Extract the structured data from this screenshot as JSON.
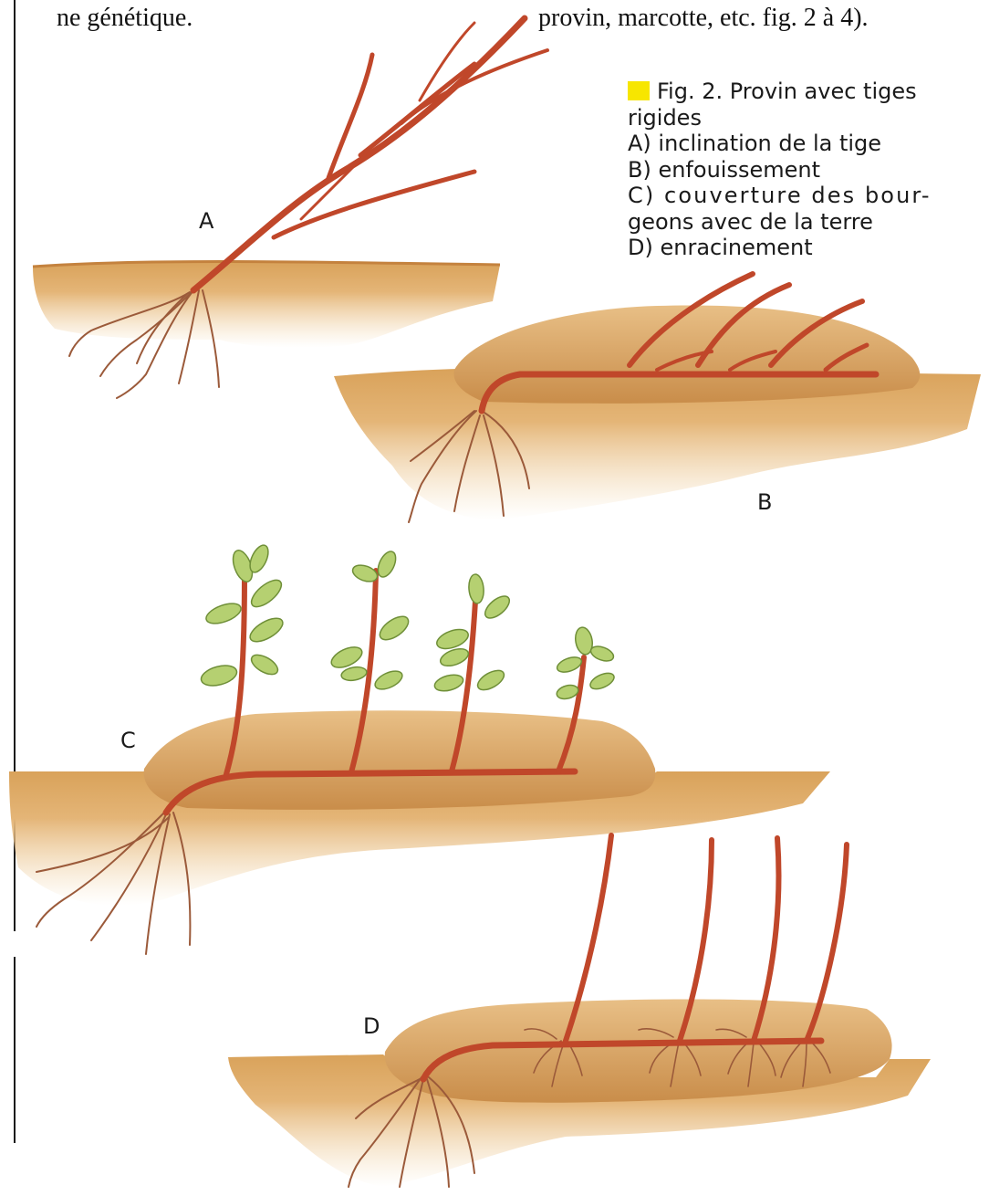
{
  "text_fragments": {
    "left_column_tail": "ne génétique.",
    "right_column_tail": "provin, marcotte, etc. fig. 2 à 4)."
  },
  "caption": {
    "title_line_1": "Fig. 2. Provin avec tiges",
    "title_line_2": "rigides",
    "step_a": "A) inclination de la tige",
    "step_b": "B) enfouissement",
    "step_c_line_1": "C) couverture des bour-",
    "step_c_line_2": "geons avec de la terre",
    "step_d": "D) enracinement",
    "marker_color": "#f7e600"
  },
  "panel_labels": {
    "a": "A",
    "b": "B",
    "c": "C",
    "d": "D"
  },
  "colors": {
    "soil_light": "#ecc48a",
    "soil_mid": "#d9a25a",
    "soil_dark": "#c4823e",
    "mound": "#dcab6c",
    "stem": "#c0472a",
    "stem_dark": "#8f2e1a",
    "root": "#9b5a3a",
    "leaf": "#b5d071",
    "leaf_dark": "#6f8f38"
  }
}
